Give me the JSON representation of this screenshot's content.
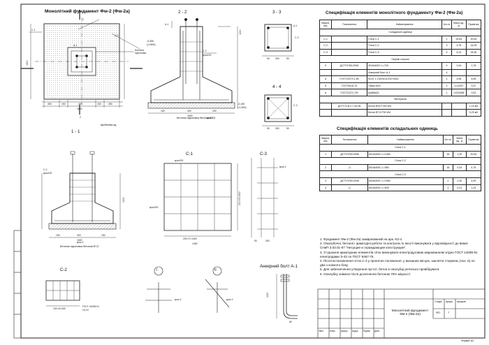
{
  "drawing_title": "Монолітний фундамент Фм-2 (Фм-2а)",
  "spec_table_1": {
    "title": "Специфікація елементів монолітного фундаменту Фм-2 (Фм-2а)",
    "headers": [
      "Марка, поз.",
      "Позначення",
      "Найменування",
      "Кіл-ть",
      "Маса од., кг",
      "Примітка"
    ],
    "rows": [
      {
        "type": "section",
        "text": "Складальні одиниці"
      },
      {
        "cells": [
          "С-1",
          "",
          "Сітка С-1",
          "1",
          "20,64",
          "20,64"
        ]
      },
      {
        "cells": [
          "С-2",
          "",
          "Сітка С-2",
          "3",
          "4,76",
          "14,28"
        ]
      },
      {
        "cells": [
          "С-3",
          "",
          "Сітка С-3",
          "4",
          "6,14",
          "24,56"
        ]
      },
      {
        "type": "section",
        "text": "Окремі стержні"
      },
      {
        "cells": [
          "5",
          "ДСТУ3760:2006",
          "Ø10А400С   L=720",
          "4",
          "0,44",
          "1,78"
        ]
      },
      {
        "cells": [
          "",
          "",
          "Анкерний болт А-1",
          "4",
          "",
          ""
        ]
      },
      {
        "cells": [
          "а",
          "ГОСТ24379.1-80",
          "Болт 1.1.М24х1120Ст3пс2",
          "1",
          "4,56",
          "4,56"
        ]
      },
      {
        "cells": [
          "б",
          "ГОСТ5915-70",
          "Гайка М24",
          "2",
          "0,12267",
          "0,37"
        ]
      },
      {
        "cells": [
          "в",
          "ГОСТ11371-78*",
          "Шайба24",
          "1",
          "0,031058",
          "0,03"
        ]
      },
      {
        "type": "section",
        "text": "Матеріали"
      },
      {
        "cells": [
          "",
          "ДСТУ Б.В.2.7-43-96",
          "Бетон В15 F150 W4",
          "",
          "",
          "1,15 м3"
        ]
      },
      {
        "cells": [
          "",
          "",
          "Бетон В7,5 F50 W4",
          "",
          "",
          "0,29 м3"
        ]
      }
    ]
  },
  "spec_table_2": {
    "title": "Специфікація елементів складальних одиниць",
    "headers": [
      "Марка, поз.",
      "Позначення",
      "Найменування",
      "Кіл-ть",
      "Маса од., кг",
      "Примітка"
    ],
    "rows": [
      {
        "type": "section",
        "text": "Сітка С-1"
      },
      {
        "cells": [
          "1",
          "ДСТУ3760:2006",
          "Ø12А400С   L=1450",
          "16",
          "1,29",
          "20,64"
        ]
      },
      {
        "type": "section",
        "text": "Сітка С-2"
      },
      {
        "cells": [
          "2",
          "-//-",
          "Ø10А400С   L=550",
          "16",
          "0,34",
          "4,76"
        ]
      },
      {
        "type": "section",
        "text": "Сітка С-3"
      },
      {
        "cells": [
          "3",
          "ДСТУ3760:2006",
          "Ø16А400С   L=1550",
          "2",
          "2,45",
          "4,90"
        ]
      },
      {
        "cells": [
          "4",
          "-//-",
          "Ø10А400С   L=500",
          "4",
          "0,31",
          "1,24"
        ]
      }
    ]
  },
  "notes": [
    "1. Фундамент Фм-2 (Фм-2а) замаркований на арк. КЗ-4.",
    "2. Опалубочні, бетонні і арматурні роботи та контроль їх якості виконувати у відповідності до вимог СНиП 3.03.01-87 \"Несущие и ограждающие конструкции\".",
    "3. З`єднання арматурних елементів сіток виконувати електродуговим зварюванням згідно ГОСТ 14098-91 електродами Э-42 по ГОСТ 9467-75.",
    "4. Після встановлення сіток С-3 у проектне положення, у вказаних місцях, заклеїти стержень (поз. 6) по два з кожного боку.",
    "5. Для забезпечення утворення пустот, бетон в опалубці ретельно провібрувати.",
    "6. Опалубку знімати після досягнення бетоном 70% міцності."
  ],
  "view_labels": {
    "section_22": "2 - 2",
    "section_33": "3 - 3",
    "section_44": "4 - 4",
    "section_11": "1 - 1",
    "mesh_c1": "С-1",
    "mesh_c2": "С-2",
    "mesh_c3": "С-3",
    "anchor_title": "Анкерний болт А-1",
    "node_1": "I",
    "node_2": "II"
  },
  "annotations": {
    "bolt_a1": "А-1",
    "c1": "С-1",
    "c2": "С-2",
    "c3": "С-3",
    "step_200": "крок 200",
    "step_100": "крок100",
    "step_4": "крок 4",
    "concrete_prep": "Бетонна підготовка бетоном В7,5",
    "gravel": "Щебенева пд.",
    "level_1": "-0,300",
    "level_2": "(-0,500)",
    "level_3": "-2,100",
    "level_4": "(-2,300)",
    "gost_weld": "ГОСТ 14098-91 Н1-Кт"
  },
  "title_block": {
    "name": "Монолітний фундамент Фм-2 (Фм-2а)",
    "stage_label": "Стадія",
    "sheet_label": "Аркуш",
    "sheets_label": "Аркушів",
    "stage": "ЯП",
    "sheet": "7",
    "format": "Формат А2",
    "cols": [
      "Змін.",
      "Кільк.",
      "Аркуш",
      "№док.",
      "Підпис",
      "Дата"
    ]
  }
}
